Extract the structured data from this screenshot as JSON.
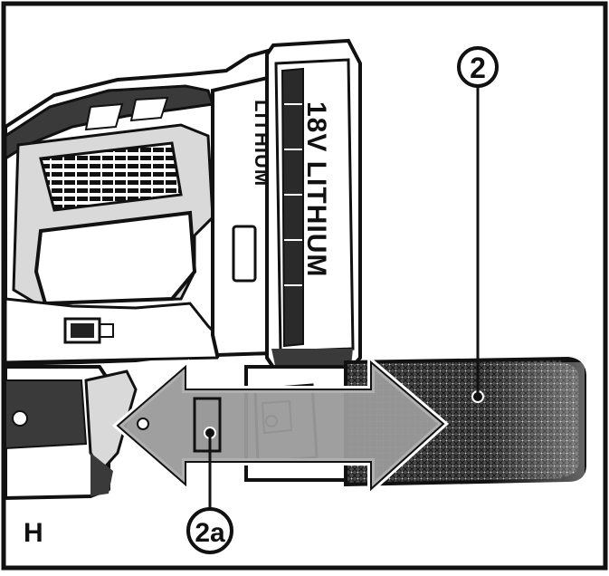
{
  "figure": {
    "panel_letter": "H",
    "callouts": {
      "cover": "2",
      "slider": "2a"
    },
    "battery": {
      "pack_label": "18V LITHIUM",
      "tool_label": "LITHIUM"
    }
  }
}
